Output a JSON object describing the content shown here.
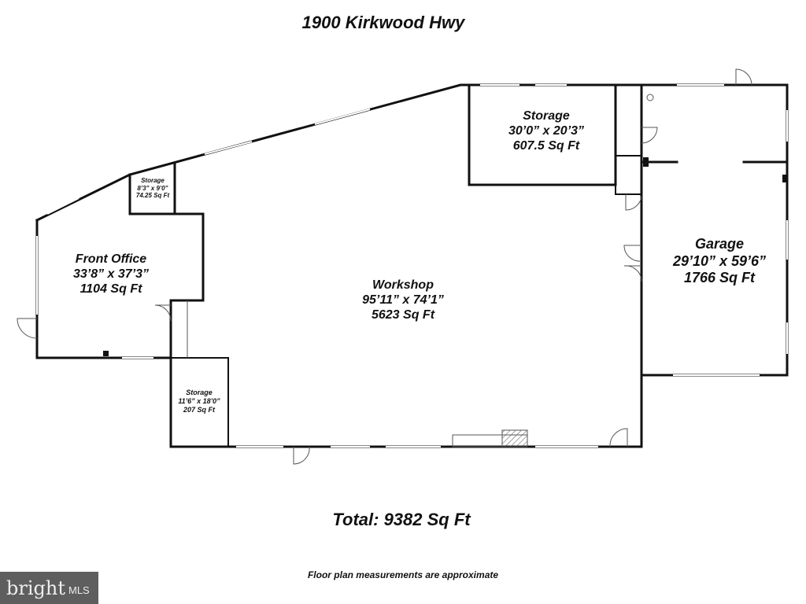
{
  "title": "1900 Kirkwood Hwy",
  "rooms": {
    "workshop": {
      "name": "Workshop",
      "dims": "95’11” x 74’1”",
      "area": "5623 Sq Ft"
    },
    "storage_top": {
      "name": "Storage",
      "dims": "30’0” x 20’3”",
      "area": "607.5 Sq Ft"
    },
    "garage": {
      "name": "Garage",
      "dims": "29’10” x 59’6”",
      "area": "1766 Sq Ft"
    },
    "front_office": {
      "name": "Front Office",
      "dims": "33’8” x 37’3”",
      "area": "1104 Sq Ft"
    },
    "storage_small": {
      "name": "Storage",
      "dims": "8’3” x 9’0”",
      "area": "74.25 Sq Ft"
    },
    "storage_bottom": {
      "name": "Storage",
      "dims": "11’6” x 18’0”",
      "area": "207 Sq Ft"
    }
  },
  "total": "Total: 9382 Sq Ft",
  "note": "Floor plan measurements are approximate",
  "logo": {
    "brand": "bright",
    "suffix": "MLS"
  }
}
